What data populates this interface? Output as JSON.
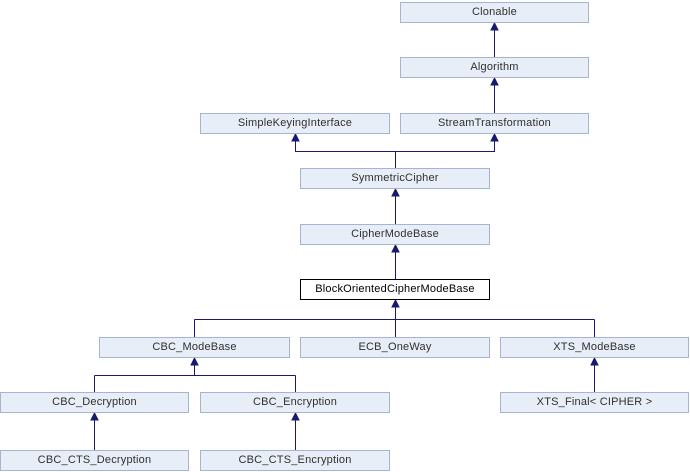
{
  "diagram": {
    "type": "class-inheritance-graph",
    "highlighted_node": "BlockOrientedCipherModeBase",
    "nodes": [
      {
        "id": "clonable",
        "label": "Clonable"
      },
      {
        "id": "algorithm",
        "label": "Algorithm"
      },
      {
        "id": "simple-keying-interface",
        "label": "SimpleKeyingInterface"
      },
      {
        "id": "stream-transformation",
        "label": "StreamTransformation"
      },
      {
        "id": "symmetric-cipher",
        "label": "SymmetricCipher"
      },
      {
        "id": "cipher-mode-base",
        "label": "CipherModeBase"
      },
      {
        "id": "block-oriented-cipher-mode-base",
        "label": "BlockOrientedCipherModeBase",
        "highlighted": true
      },
      {
        "id": "cbc-mode-base",
        "label": "CBC_ModeBase"
      },
      {
        "id": "ecb-oneway",
        "label": "ECB_OneWay"
      },
      {
        "id": "xts-mode-base",
        "label": "XTS_ModeBase"
      },
      {
        "id": "cbc-decryption",
        "label": "CBC_Decryption"
      },
      {
        "id": "cbc-encryption",
        "label": "CBC_Encryption"
      },
      {
        "id": "xts-final",
        "label": "XTS_Final< CIPHER >"
      },
      {
        "id": "cbc-cts-decryption",
        "label": "CBC_CTS_Decryption"
      },
      {
        "id": "cbc-cts-encryption",
        "label": "CBC_CTS_Encryption"
      }
    ],
    "edges": [
      {
        "from": "Algorithm",
        "to": "Clonable"
      },
      {
        "from": "StreamTransformation",
        "to": "Algorithm"
      },
      {
        "from": "SymmetricCipher",
        "to": "SimpleKeyingInterface"
      },
      {
        "from": "SymmetricCipher",
        "to": "StreamTransformation"
      },
      {
        "from": "CipherModeBase",
        "to": "SymmetricCipher"
      },
      {
        "from": "BlockOrientedCipherModeBase",
        "to": "CipherModeBase"
      },
      {
        "from": "CBC_ModeBase",
        "to": "BlockOrientedCipherModeBase"
      },
      {
        "from": "ECB_OneWay",
        "to": "BlockOrientedCipherModeBase"
      },
      {
        "from": "XTS_ModeBase",
        "to": "BlockOrientedCipherModeBase"
      },
      {
        "from": "CBC_Decryption",
        "to": "CBC_ModeBase"
      },
      {
        "from": "CBC_Encryption",
        "to": "CBC_ModeBase"
      },
      {
        "from": "XTS_Final< CIPHER >",
        "to": "XTS_ModeBase"
      },
      {
        "from": "CBC_CTS_Decryption",
        "to": "CBC_Decryption"
      },
      {
        "from": "CBC_CTS_Encryption",
        "to": "CBC_Encryption"
      }
    ],
    "colors": {
      "background": "#FFFFFF",
      "node_fill": "#E8EEF7",
      "node_border": "#A6B4D2",
      "highlight_fill": "#FFFFFF",
      "highlight_border": "#000000",
      "edge": "#191970",
      "text": "#2F2F2F"
    }
  }
}
